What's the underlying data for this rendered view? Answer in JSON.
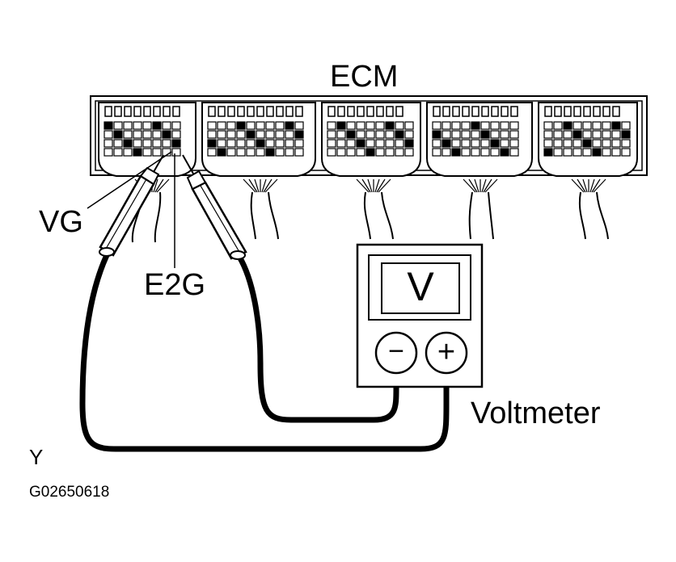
{
  "labels": {
    "ecm": "ECM",
    "vg": "VG",
    "e2g": "E2G",
    "voltmeter": "Voltmeter",
    "corner_mark": "Y",
    "figure_code": "G02650618"
  },
  "meter": {
    "display": "V",
    "negative_symbol": "−",
    "positive_symbol": "+"
  },
  "colors": {
    "ink": "#000000",
    "paper": "#ffffff"
  }
}
